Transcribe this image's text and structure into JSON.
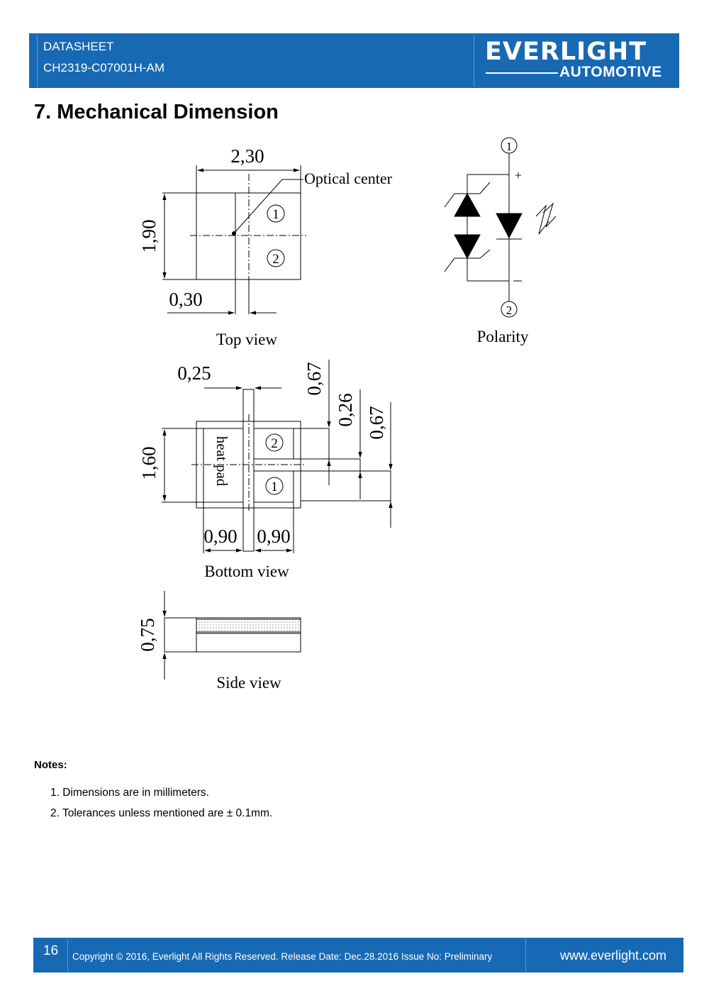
{
  "header": {
    "doc_type": "DATASHEET",
    "part_number": "CH2319-C07001H-AM",
    "logo_main": "EVERLIGHT",
    "logo_sub": "AUTOMOTIVE",
    "brand_color": "#1769b4"
  },
  "section": {
    "title": "7. Mechanical Dimension"
  },
  "drawing": {
    "top_view": {
      "width_dim": "2,30",
      "height_dim": "1,90",
      "offset_dim": "0,30",
      "optical_label": "Optical center",
      "pin1": "1",
      "pin2": "2",
      "caption": "Top view"
    },
    "polarity": {
      "pin1": "1",
      "pin2": "2",
      "plus": "+",
      "minus": "−",
      "caption": "Polarity"
    },
    "bottom_view": {
      "gap_dim": "0,25",
      "dim_067a": "0,67",
      "dim_026": "0,26",
      "dim_067b": "0,67",
      "height_dim": "1,60",
      "heat_pad": "heat pad",
      "pin2": "2",
      "pin1": "1",
      "width_left": "0,90",
      "width_right": "0,90",
      "caption": "Bottom view"
    },
    "side_view": {
      "height_dim": "0,75",
      "caption": "Side view"
    }
  },
  "notes": {
    "title": "Notes:",
    "items": [
      "1. Dimensions are in millimeters.",
      "2. Tolerances unless mentioned are ± 0.1mm."
    ]
  },
  "footer": {
    "page": "16",
    "copyright": "Copyright © 2016, Everlight All Rights Reserved. Release Date: Dec.28.2016 Issue No: Preliminary",
    "url": "www.everlight.com"
  }
}
